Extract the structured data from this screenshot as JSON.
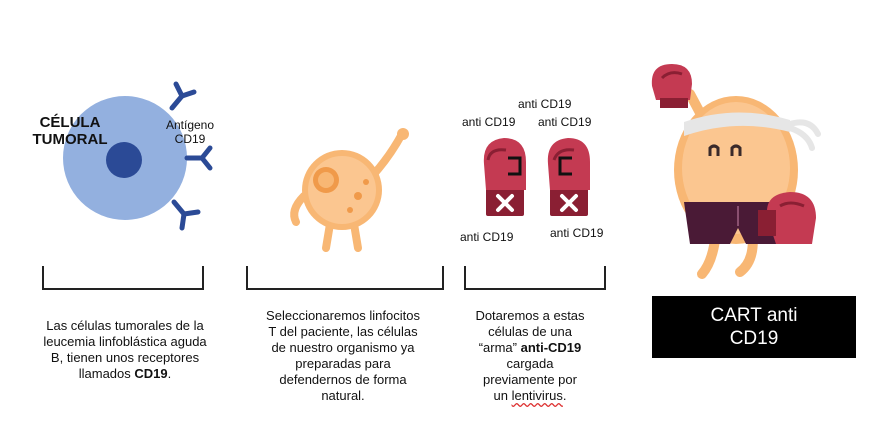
{
  "panel1": {
    "cell_label_1": "CÉLULA",
    "cell_label_2": "TUMORAL",
    "antigen_label_1": "Antígeno",
    "antigen_label_2": "CD19",
    "caption_lines": [
      "Las células tumorales de la",
      "leucemia linfoblástica aguda",
      "B, tienen unos receptores"
    ],
    "caption_last_prefix": "llamados ",
    "caption_last_bold": "CD19",
    "caption_last_suffix": "."
  },
  "panel2": {
    "caption_lines": [
      "Seleccionaremos linfocitos",
      "T del paciente, las células",
      "de nuestro organismo ya",
      "preparadas para",
      "defendernos de forma",
      "natural."
    ]
  },
  "panel3": {
    "label_top": "anti CD19",
    "label_left_top": "anti CD19",
    "label_right_top": "anti CD19",
    "label_left_bottom": "anti CD19",
    "label_right_bottom": "anti CD19",
    "caption_line1": "Dotaremos a estas",
    "caption_line2": "células de una",
    "caption_line3_prefix": "“arma” ",
    "caption_line3_bold": "anti-CD19",
    "caption_line4": "cargada",
    "caption_line5": "previamente por",
    "caption_line6_prefix": "un ",
    "caption_line6_underlined": "lentivirus",
    "caption_line6_suffix": "."
  },
  "panel4": {
    "box_line1": "CART anti",
    "box_line2": "CD19"
  },
  "colors": {
    "tumor_cell": "#93b0df",
    "nucleus": "#2b4a96",
    "receptor": "#2b4a96",
    "lymphocyte": "#f8b774",
    "lymphocyte_dark": "#f09a4a",
    "glove": "#c43a52",
    "glove_dark": "#8a1f33",
    "headband": "#e6e6e6",
    "shorts": "#4a1a36"
  }
}
